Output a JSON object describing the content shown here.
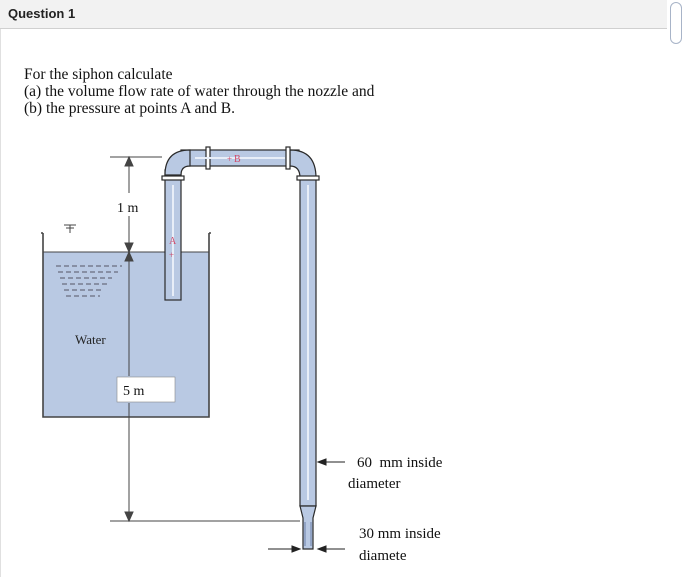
{
  "header": {
    "title": "Question 1"
  },
  "question": {
    "lines": [
      "For the siphon calculate",
      "(a) the volume flow rate of water through the nozzle and",
      "(b) the pressure at points A and B."
    ]
  },
  "diagram": {
    "label_1m": "1 m",
    "label_5m": "5 m",
    "label_water": "Water",
    "label_A": "A",
    "label_B": "B",
    "label_60_line1": "60  mm inside",
    "label_60_line2": "diameter",
    "label_30_line1": "30 mm inside",
    "label_30_line2": "diamete"
  },
  "colors": {
    "water": "#b9c9e3",
    "pipe_fill": "#b9c9e3",
    "pipe_stroke": "#2a2a2a",
    "marker": "#d04a6a"
  }
}
